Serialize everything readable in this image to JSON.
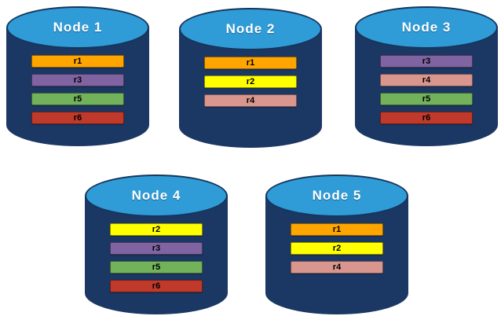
{
  "palette": {
    "r1": "#FFA500",
    "r2": "#FFFF00",
    "r3": "#8064A2",
    "r4": "#D9968F",
    "r5": "#71B25B",
    "r6": "#C03A2B"
  },
  "colors": {
    "cylinder_body": "#1B3763",
    "cylinder_top": "#2F9CD8",
    "cylinder_outline": "#16365C",
    "label_text": "#FFFFFF",
    "record_text": "#000000",
    "background": "#FFFFFF"
  },
  "nodes": [
    {
      "label": "Node 1",
      "row": "top",
      "records": [
        "r1",
        "r3",
        "r5",
        "r6"
      ]
    },
    {
      "label": "Node 2",
      "row": "top",
      "records": [
        "r1",
        "r2",
        "r4"
      ]
    },
    {
      "label": "Node 3",
      "row": "top",
      "records": [
        "r3",
        "r4",
        "r5",
        "r6"
      ]
    },
    {
      "label": "Node 4",
      "row": "bottom",
      "records": [
        "r2",
        "r3",
        "r5",
        "r6"
      ]
    },
    {
      "label": "Node 5",
      "row": "bottom",
      "records": [
        "r1",
        "r2",
        "r4"
      ]
    }
  ]
}
